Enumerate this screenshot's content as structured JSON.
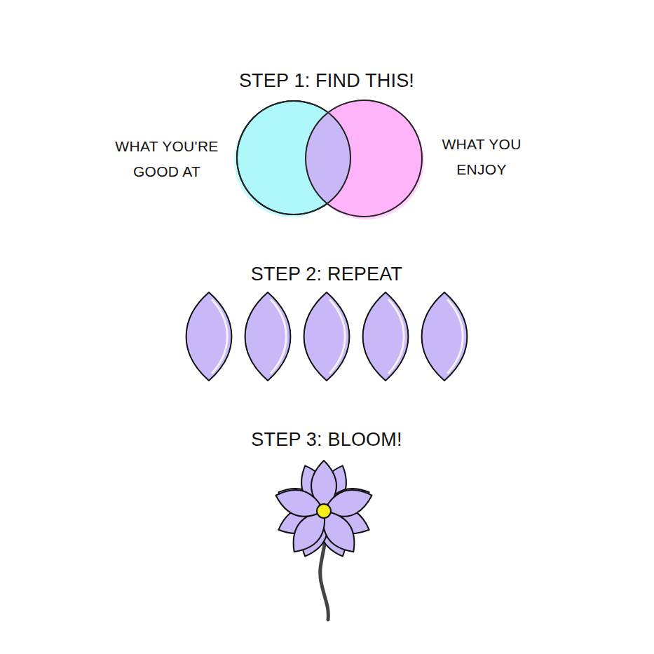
{
  "diagram": {
    "nodes": [
      {
        "text": [
          "WHAT YOU'RE GOOD AT"
        ]
      },
      {
        "text": [
          "WHAT YOU ENJOY"
        ]
      }
    ],
    "labels": [
      "STEP 1: FIND THIS!",
      "STEP 2: REPEAT",
      "STEP 3: BLOOM!"
    ]
  }
}
